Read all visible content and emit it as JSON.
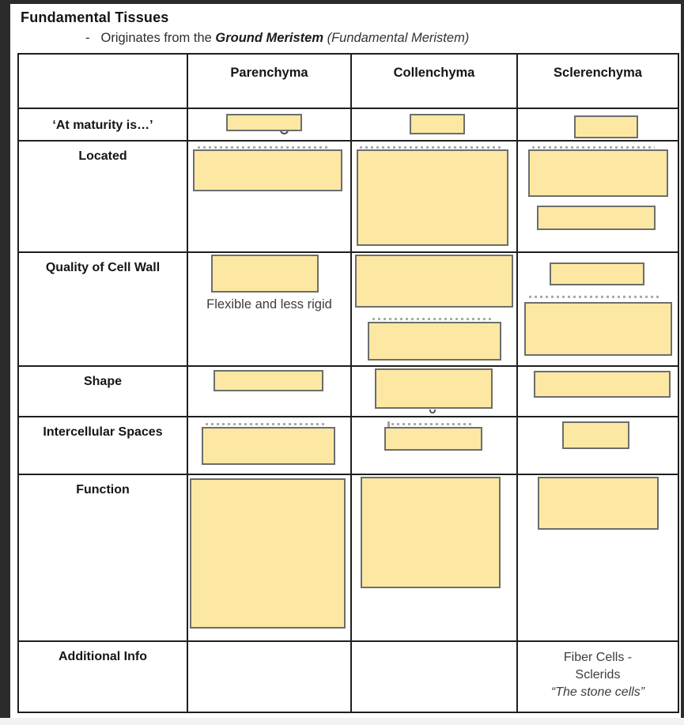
{
  "page": {
    "title": "Fundamental Tissues",
    "bullet": {
      "dash": "-",
      "prefix": "Originates from the ",
      "term_bold_italic": "Ground Meristem",
      "term_italic": " (Fundamental Meristem)"
    }
  },
  "colors": {
    "cover_box_fill": "#FCE8A3",
    "cover_box_border": "#6D6D6D",
    "table_border": "#1F1F1F",
    "frame": "#2B2B2B"
  },
  "table": {
    "headers": [
      "",
      "Parenchyma",
      "Collenchyma",
      "Sclerenchyma"
    ],
    "row_labels": [
      "‘At maturity is…’",
      "Located",
      "Quality of Cell Wall",
      "Shape",
      "Intercellular Spaces",
      "Function",
      "Additional Info"
    ],
    "visible_cell_text": {
      "quality_parenchyma": "Flexible and less rigid",
      "additional_sclerenchyma_line1": "Fiber Cells -",
      "additional_sclerenchyma_line2": "Sclerids",
      "additional_sclerenchyma_line3": "“The stone cells”"
    }
  }
}
